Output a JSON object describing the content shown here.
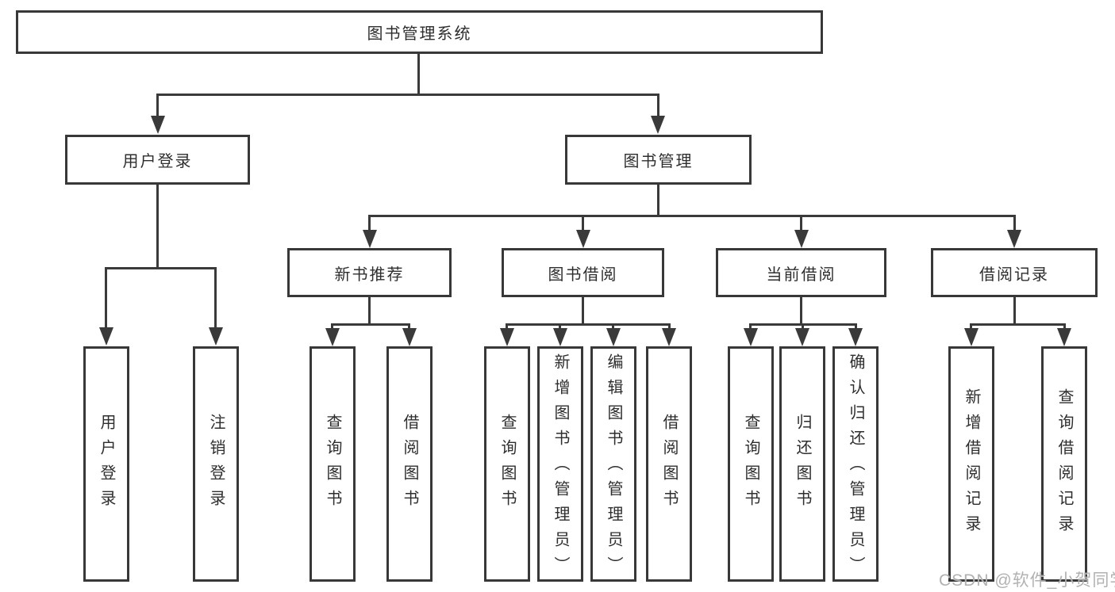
{
  "watermark": "CSDN @软件_小贺同学",
  "colors": {
    "line": "#3a3a3a",
    "border": "#383838",
    "text": "#2e2e2e",
    "background": "#ffffff",
    "watermark": "#a8a8a8"
  },
  "tree": {
    "root": {
      "label": "图书管理系统"
    },
    "branches": [
      {
        "label": "用户登录",
        "children": [
          {
            "label": "用户登录"
          },
          {
            "label": "注销登录"
          }
        ]
      },
      {
        "label": "图书管理",
        "children": [
          {
            "label": "新书推荐",
            "children": [
              {
                "label": "查询图书"
              },
              {
                "label": "借阅图书"
              }
            ]
          },
          {
            "label": "图书借阅",
            "children": [
              {
                "label": "查询图书"
              },
              {
                "label": "新增图书（管理员）"
              },
              {
                "label": "编辑图书（管理员）"
              },
              {
                "label": "借阅图书"
              }
            ]
          },
          {
            "label": "当前借阅",
            "children": [
              {
                "label": "查询图书"
              },
              {
                "label": "归还图书"
              },
              {
                "label": "确认归还（管理员）"
              }
            ]
          },
          {
            "label": "借阅记录",
            "children": [
              {
                "label": "新增借阅记录"
              },
              {
                "label": "查询借阅记录"
              }
            ]
          }
        ]
      }
    ]
  }
}
